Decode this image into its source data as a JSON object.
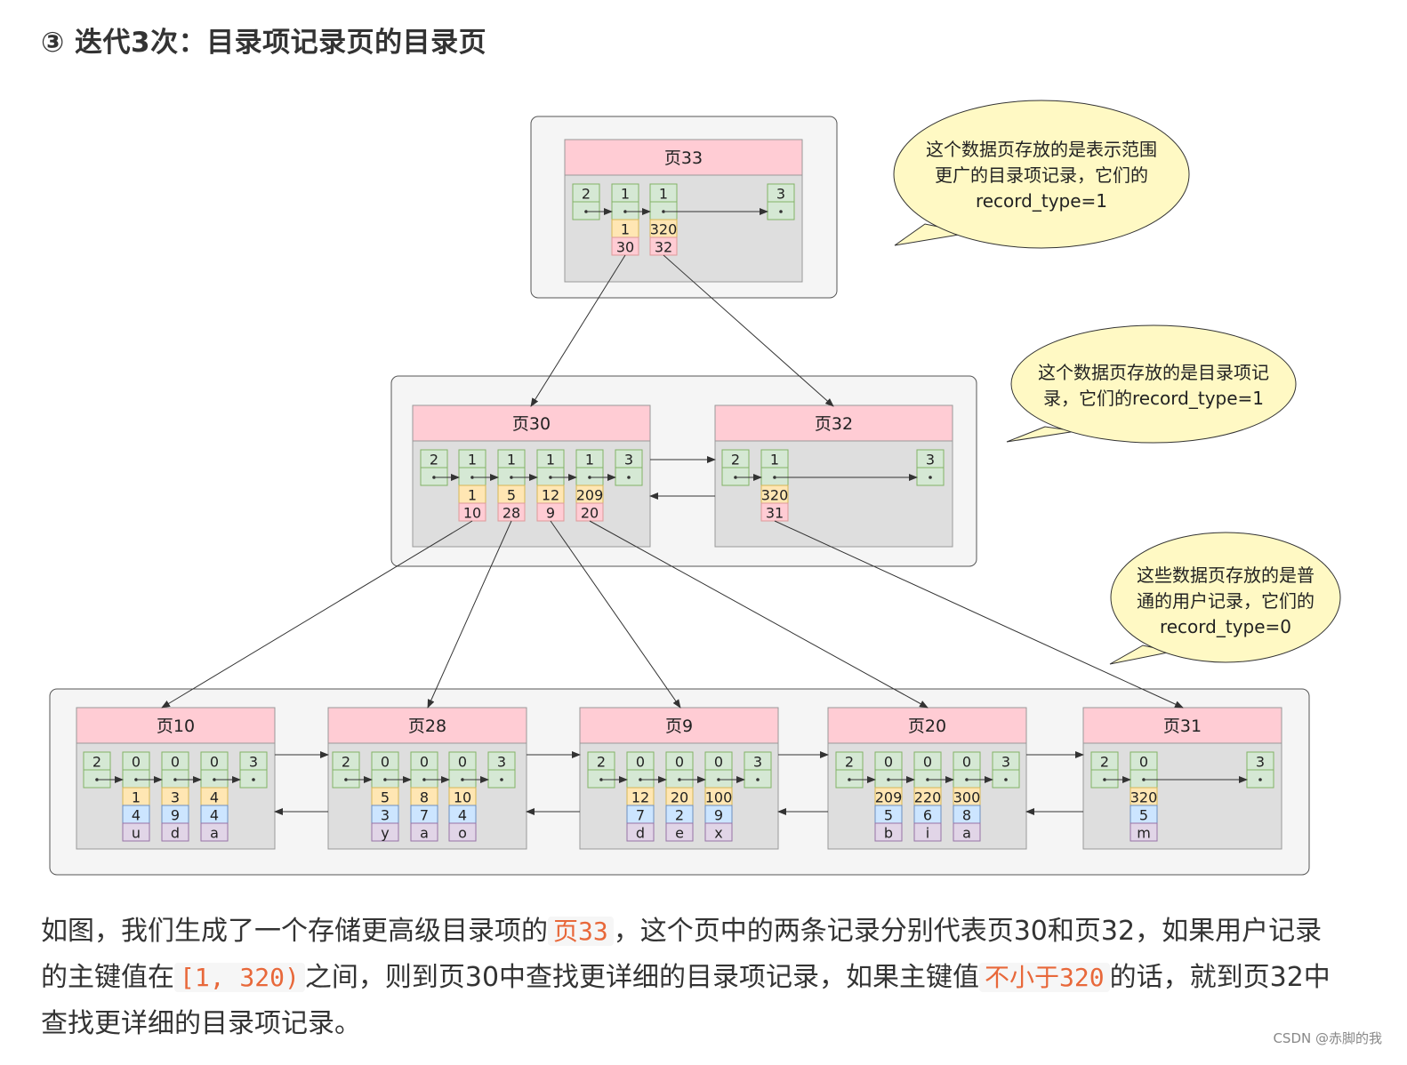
{
  "heading": "③ 迭代3次：目录项记录页的目录页",
  "pages": {
    "p33": {
      "title": "页33",
      "records": [
        {
          "top": "2",
          "mid": "",
          "bot": "",
          "extra": "",
          "kind": "inf"
        },
        {
          "top": "1",
          "mid": "1",
          "bot": "30",
          "extra": "",
          "kind": "dir"
        },
        {
          "top": "1",
          "mid": "320",
          "bot": "32",
          "extra": "",
          "kind": "dir"
        },
        {
          "top": "3",
          "mid": "",
          "bot": "",
          "extra": "",
          "kind": "sup"
        }
      ]
    },
    "p30": {
      "title": "页30",
      "records": [
        {
          "top": "2",
          "mid": "",
          "bot": "",
          "extra": "",
          "kind": "inf"
        },
        {
          "top": "1",
          "mid": "1",
          "bot": "10",
          "extra": "",
          "kind": "dir"
        },
        {
          "top": "1",
          "mid": "5",
          "bot": "28",
          "extra": "",
          "kind": "dir"
        },
        {
          "top": "1",
          "mid": "12",
          "bot": "9",
          "extra": "",
          "kind": "dir"
        },
        {
          "top": "1",
          "mid": "209",
          "bot": "20",
          "extra": "",
          "kind": "dir"
        },
        {
          "top": "3",
          "mid": "",
          "bot": "",
          "extra": "",
          "kind": "sup"
        }
      ]
    },
    "p32": {
      "title": "页32",
      "records": [
        {
          "top": "2",
          "mid": "",
          "bot": "",
          "extra": "",
          "kind": "inf"
        },
        {
          "top": "1",
          "mid": "320",
          "bot": "31",
          "extra": "",
          "kind": "dir"
        },
        {
          "top": "3",
          "mid": "",
          "bot": "",
          "extra": "",
          "kind": "sup"
        }
      ]
    },
    "p10": {
      "title": "页10",
      "records": [
        {
          "top": "2",
          "mid": "",
          "bot": "",
          "extra": "",
          "kind": "inf"
        },
        {
          "top": "0",
          "mid": "1",
          "bot": "4",
          "extra": "u",
          "kind": "user"
        },
        {
          "top": "0",
          "mid": "3",
          "bot": "9",
          "extra": "d",
          "kind": "user"
        },
        {
          "top": "0",
          "mid": "4",
          "bot": "4",
          "extra": "a",
          "kind": "user"
        },
        {
          "top": "3",
          "mid": "",
          "bot": "",
          "extra": "",
          "kind": "sup"
        }
      ]
    },
    "p28": {
      "title": "页28",
      "records": [
        {
          "top": "2",
          "mid": "",
          "bot": "",
          "extra": "",
          "kind": "inf"
        },
        {
          "top": "0",
          "mid": "5",
          "bot": "3",
          "extra": "y",
          "kind": "user"
        },
        {
          "top": "0",
          "mid": "8",
          "bot": "7",
          "extra": "a",
          "kind": "user"
        },
        {
          "top": "0",
          "mid": "10",
          "bot": "4",
          "extra": "o",
          "kind": "user"
        },
        {
          "top": "3",
          "mid": "",
          "bot": "",
          "extra": "",
          "kind": "sup"
        }
      ]
    },
    "p9": {
      "title": "页9",
      "records": [
        {
          "top": "2",
          "mid": "",
          "bot": "",
          "extra": "",
          "kind": "inf"
        },
        {
          "top": "0",
          "mid": "12",
          "bot": "7",
          "extra": "d",
          "kind": "user"
        },
        {
          "top": "0",
          "mid": "20",
          "bot": "2",
          "extra": "e",
          "kind": "user"
        },
        {
          "top": "0",
          "mid": "100",
          "bot": "9",
          "extra": "x",
          "kind": "user"
        },
        {
          "top": "3",
          "mid": "",
          "bot": "",
          "extra": "",
          "kind": "sup"
        }
      ]
    },
    "p20": {
      "title": "页20",
      "records": [
        {
          "top": "2",
          "mid": "",
          "bot": "",
          "extra": "",
          "kind": "inf"
        },
        {
          "top": "0",
          "mid": "209",
          "bot": "5",
          "extra": "b",
          "kind": "user"
        },
        {
          "top": "0",
          "mid": "220",
          "bot": "6",
          "extra": "i",
          "kind": "user"
        },
        {
          "top": "0",
          "mid": "300",
          "bot": "8",
          "extra": "a",
          "kind": "user"
        },
        {
          "top": "3",
          "mid": "",
          "bot": "",
          "extra": "",
          "kind": "sup"
        }
      ]
    },
    "p31": {
      "title": "页31",
      "records": [
        {
          "top": "2",
          "mid": "",
          "bot": "",
          "extra": "",
          "kind": "inf"
        },
        {
          "top": "0",
          "mid": "320",
          "bot": "5",
          "extra": "m",
          "kind": "user"
        },
        {
          "top": "3",
          "mid": "",
          "bot": "",
          "extra": "",
          "kind": "sup"
        }
      ]
    }
  },
  "callouts": [
    {
      "lines": [
        "这个数据页存放的是表示范围",
        "更广的目录项记录，它们的",
        "record_type=1"
      ]
    },
    {
      "lines": [
        "这个数据页存放的是目录项记",
        "录，它们的record_type=1"
      ]
    },
    {
      "lines": [
        "这些数据页存放的是普",
        "通的用户记录，它们的",
        "record_type=0"
      ]
    }
  ],
  "paragraph": {
    "t1": "如图，我们生成了一个存储更高级目录项的",
    "c1": "页33",
    "t2": "，这个页中的两条记录分别代表页30和页32，如果用户记录的主键值在",
    "c2": "[1, 320)",
    "t3": "之间，则到页30中查找更详细的目录项记录，如果主键值",
    "c3": "不小于320",
    "t4": "的话，就到页32中查找更详细的目录项记录。"
  },
  "watermark": "CSDN @赤脚的我",
  "colors": {
    "header": "#ffccd4",
    "green": "#d5e8d4",
    "orange": "#ffe6b3",
    "pink": "#ffccd4",
    "blue": "#cce5ff",
    "purple": "#e1d5e7",
    "callout": "#fff9c4"
  }
}
